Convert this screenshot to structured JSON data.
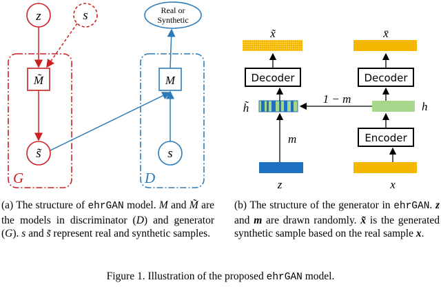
{
  "diagram_a": {
    "z_label": "z",
    "s_gen_label": "s",
    "real_or_synthetic_line1": "Real or",
    "real_or_synthetic_line2": "Synthetic",
    "m_tilde_label": "M̃",
    "m_label": "M",
    "s_tilde_label": "s̃",
    "s_real_label": "s",
    "g_label": "G",
    "d_label": "D",
    "colors": {
      "generator": "#cc1f1f",
      "discriminator": "#2a7ab8"
    }
  },
  "diagram_b": {
    "x_tilde_label": "x̃",
    "x_bar_label": "x̄",
    "decoder_left_label": "Decoder",
    "decoder_right_label": "Decoder",
    "encoder_label": "Encoder",
    "h_tilde_label": "h̃",
    "h_label": "h",
    "one_minus_m_label": "1 − m",
    "m_label": "m",
    "z_label": "z",
    "x_label": "x",
    "colors": {
      "gold": "#f5b800",
      "blue": "#1f6fc2",
      "green": "#a6d78a"
    }
  },
  "captions": {
    "a": {
      "prefix": "(a) The structure of",
      "code1": "ehrGAN",
      "after_code1": " model.",
      "m": "M",
      "and1": " and ",
      "m_tilde": "M̃",
      "text2": " are the models in discriminator (",
      "d": "D",
      "text3": ") and generator (",
      "g": "G",
      "text4": "). ",
      "s": "s",
      "and2": " and ",
      "s_tilde": "s̃",
      "text5": " represent real and synthetic samples."
    },
    "b": {
      "prefix": "(b) The structure of the generator in",
      "code1": "ehrGAN",
      "after_code1": ". ",
      "z": "z",
      "and1": " and ",
      "m": "m",
      "text2": " are drawn randomly. ",
      "x_tilde": "x̃",
      "text3": " is the generated synthetic sample based on the real sample ",
      "x": "x",
      "end": "."
    },
    "figure": {
      "prefix": "Figure 1.  Illustration of the proposed",
      "code": "ehrGAN",
      "suffix": " model."
    }
  }
}
